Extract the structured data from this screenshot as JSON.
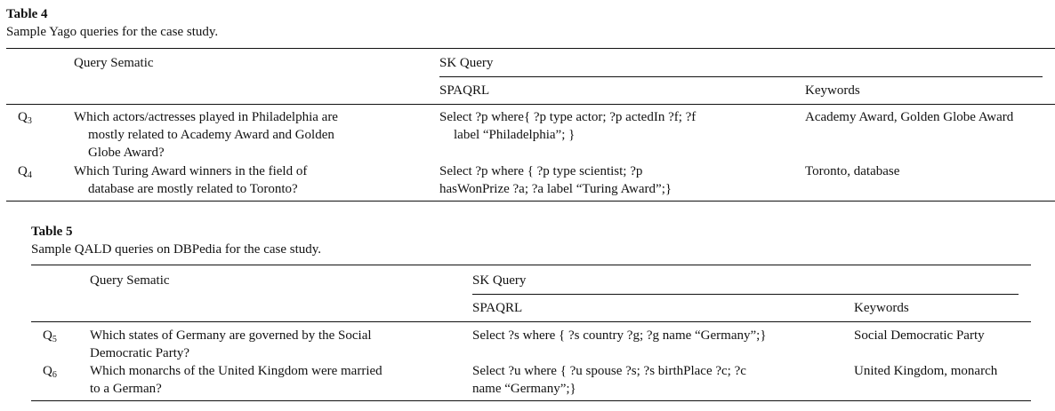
{
  "tables": [
    {
      "caption_label": "Table 4",
      "caption_text": "Sample Yago queries for the case study.",
      "headers": {
        "query_semantic": "Query Sematic",
        "sk_query": "SK Query",
        "spaqrl": "SPAQRL",
        "keywords": "Keywords"
      },
      "rows": [
        {
          "id_letter": "Q",
          "id_sub": "3",
          "semantic": [
            "Which actors/actresses played in Philadelphia are",
            "mostly related to Academy Award and Golden",
            "Globe Award?"
          ],
          "sparql": [
            "Select ?p where{ ?p type actor; ?p actedIn ?f; ?f",
            "label “Philadelphia”; }"
          ],
          "keywords": "Academy Award, Golden Globe Award"
        },
        {
          "id_letter": "Q",
          "id_sub": "4",
          "semantic": [
            "Which Turing Award winners in the field of",
            "database are mostly related to Toronto?"
          ],
          "sparql": [
            "Select ?p where { ?p type scientist; ?p",
            "hasWonPrize ?a; ?a label “Turing Award”;}"
          ],
          "keywords": "Toronto, database"
        }
      ]
    },
    {
      "caption_label": "Table 5",
      "caption_text": "Sample QALD queries on DBPedia for the case study.",
      "headers": {
        "query_semantic": "Query Sematic",
        "sk_query": "SK Query",
        "spaqrl": "SPAQRL",
        "keywords": "Keywords"
      },
      "rows": [
        {
          "id_letter": "Q",
          "id_sub": "5",
          "semantic": [
            "Which states of Germany are governed by the Social",
            "Democratic Party?"
          ],
          "sparql": [
            "Select ?s where { ?s country ?g; ?g name “Germany”;}"
          ],
          "keywords": "Social Democratic Party"
        },
        {
          "id_letter": "Q",
          "id_sub": "6",
          "semantic": [
            "Which monarchs of the United Kingdom were married",
            "to a German?"
          ],
          "sparql": [
            "Select ?u where { ?u spouse ?s; ?s birthPlace ?c; ?c",
            "name “Germany”;}"
          ],
          "keywords": "United Kingdom, monarch"
        }
      ]
    }
  ]
}
